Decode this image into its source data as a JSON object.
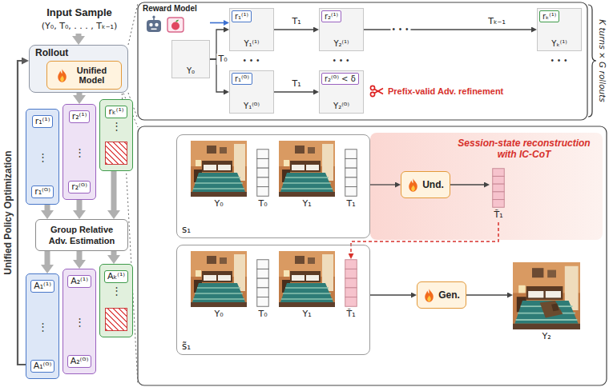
{
  "diagram": {
    "nodes": [
      {
        "text": [
          "Input Sample",
          "(Y₀, T₀, . . . , Tₖ₋₁)"
        ]
      },
      {
        "text": [
          "Rollout"
        ]
      },
      {
        "text": [
          "Unified Model"
        ],
        "in": 1
      },
      {
        "text": [
          "r₁⁽¹⁾",
          "⋮",
          "r₁⁽ᴳ⁾"
        ]
      },
      {
        "text": [
          "r₂⁽¹⁾",
          "⋮",
          "r₂⁽ᴳ⁾"
        ]
      },
      {
        "text": [
          "rₖ⁽¹⁾",
          "⋮"
        ]
      },
      {
        "text": [
          "Group Relative Adv. Estimation"
        ]
      },
      {
        "text": [
          "A₁⁽¹⁾",
          "⋮",
          "A₁⁽ᴳ⁾"
        ]
      },
      {
        "text": [
          "A₂⁽¹⁾",
          "⋮",
          "A₂⁽ᴳ⁾"
        ]
      },
      {
        "text": [
          "Aₖ⁽¹⁾",
          "⋮"
        ]
      },
      {
        "text": [
          "Reward Model"
        ]
      },
      {
        "text": [
          "Y₀"
        ]
      },
      {
        "text": [
          "r₁⁽¹⁾",
          "Y₁⁽¹⁾"
        ]
      },
      {
        "text": [
          "r₂⁽¹⁾",
          "Y₂⁽¹⁾"
        ]
      },
      {
        "text": [
          "rₖ⁽¹⁾",
          "Yₖ⁽¹⁾"
        ]
      },
      {
        "text": [
          "r₁⁽ᴳ⁾",
          "Y₁⁽ᴳ⁾"
        ]
      },
      {
        "text": [
          "r₂⁽ᴳ⁾ < δ",
          "Y₂⁽ᴳ⁾"
        ]
      },
      {
        "text": [
          "s₁"
        ]
      },
      {
        "text": [
          "Y₀"
        ],
        "in": 17
      },
      {
        "text": [
          "T₀"
        ],
        "in": 17
      },
      {
        "text": [
          "Y₁"
        ],
        "in": 17
      },
      {
        "text": [
          "T₁"
        ],
        "in": 17
      },
      {
        "text": [
          "Session-state reconstruction with IC-CoT"
        ]
      },
      {
        "text": [
          "Und."
        ],
        "in": 22
      },
      {
        "text": [
          "T̃₁"
        ],
        "in": 22
      },
      {
        "text": [
          "s̃₁"
        ]
      },
      {
        "text": [
          "Y₀"
        ],
        "in": 25
      },
      {
        "text": [
          "T₀"
        ],
        "in": 25
      },
      {
        "text": [
          "Y₁"
        ],
        "in": 25
      },
      {
        "text": [
          "T̃₁"
        ],
        "in": 25
      },
      {
        "text": [
          "Gen."
        ]
      },
      {
        "text": [
          "Y₂"
        ]
      }
    ],
    "edges": [
      {
        "from": 0,
        "to": 1,
        "arrow": "to"
      },
      {
        "from": 1,
        "to": 4,
        "arrow": "to"
      },
      {
        "from": 3,
        "to": 6,
        "arrow": "to"
      },
      {
        "from": 4,
        "to": 6,
        "arrow": "to"
      },
      {
        "from": 5,
        "to": 6,
        "arrow": "to"
      },
      {
        "from": 6,
        "to": 7,
        "arrow": "to"
      },
      {
        "from": 6,
        "to": 8,
        "arrow": "to"
      },
      {
        "from": 6,
        "to": 9,
        "arrow": "to"
      },
      {
        "from": 7,
        "to": 1,
        "label": "Unified Policy Optimization",
        "arrow": "to"
      },
      {
        "from": 10,
        "to": 12,
        "arrow": "to"
      },
      {
        "from": 11,
        "to": 12,
        "label": "T₀",
        "arrow": "to"
      },
      {
        "from": 11,
        "to": 15,
        "arrow": "to"
      },
      {
        "from": 12,
        "to": 13,
        "label": "T₁",
        "arrow": "to"
      },
      {
        "from": 13,
        "to": 14,
        "label": "Tₖ₋₁",
        "arrow": "to"
      },
      {
        "from": 15,
        "to": 16,
        "label": "T₁",
        "arrow": "to"
      },
      {
        "from": 17,
        "to": 23,
        "arrow": "to"
      },
      {
        "from": 23,
        "to": 24,
        "arrow": "to"
      },
      {
        "from": 24,
        "to": 29,
        "arrow": "to"
      },
      {
        "from": 25,
        "to": 30,
        "arrow": "to"
      },
      {
        "from": 30,
        "to": 31,
        "arrow": "to"
      }
    ],
    "labels": [
      "• • •",
      "• • •",
      "• • •",
      "• • •",
      "Prefix-valid Adv. refinement",
      "K turns × G rollouts"
    ]
  }
}
